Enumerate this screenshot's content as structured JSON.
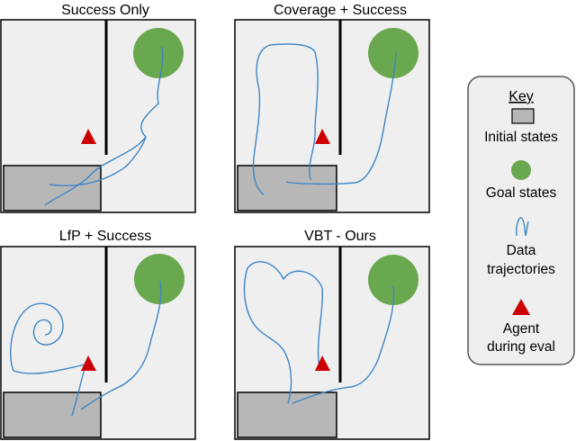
{
  "panels": [
    {
      "title": "Success Only"
    },
    {
      "title": "Coverage + Success"
    },
    {
      "title": "LfP + Success"
    },
    {
      "title": "VBT - Ours"
    }
  ],
  "key": {
    "heading": "Key",
    "initial_states": "Initial states",
    "goal_states": "Goal states",
    "data_line1": "Data",
    "data_line2": "trajectories",
    "agent_line1": "Agent",
    "agent_line2": "during eval"
  },
  "colors": {
    "panel_bg": "#efefef",
    "initial_states": "#b7b7b7",
    "goal": "#6aa84f",
    "trajectory": "#3d85c6",
    "agent": "#cc0000"
  }
}
